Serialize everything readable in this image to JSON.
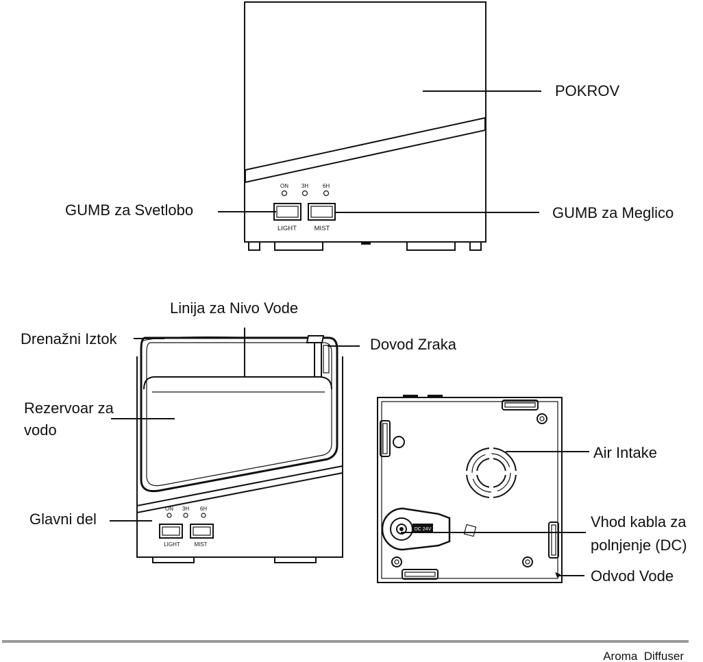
{
  "labels": {
    "cover": "POKROV",
    "light_button": "GUMB za Svetlobo",
    "mist_button": "GUMB za Meglico",
    "water_level_line": "Linija za Nivo Vode",
    "drain_outlet": "Drenažni Iztok",
    "air_supply": "Dovod Zraka",
    "reservoir_line1": "Rezervoar za",
    "reservoir_line2": "vodo",
    "main_body": "Glavni del",
    "air_intake": "Air Intake",
    "dc_input_line1": "Vhod kabla za",
    "dc_input_line2": "polnjenje (DC)",
    "water_outlet": "Odvod Vode"
  },
  "panel": {
    "led_on": "ON",
    "led_3h": "3H",
    "led_6h": "6H",
    "light": "LIGHT",
    "mist": "MIST",
    "dc_label": "DC 24V"
  },
  "footer": {
    "product": "Aroma  Diffuser"
  }
}
